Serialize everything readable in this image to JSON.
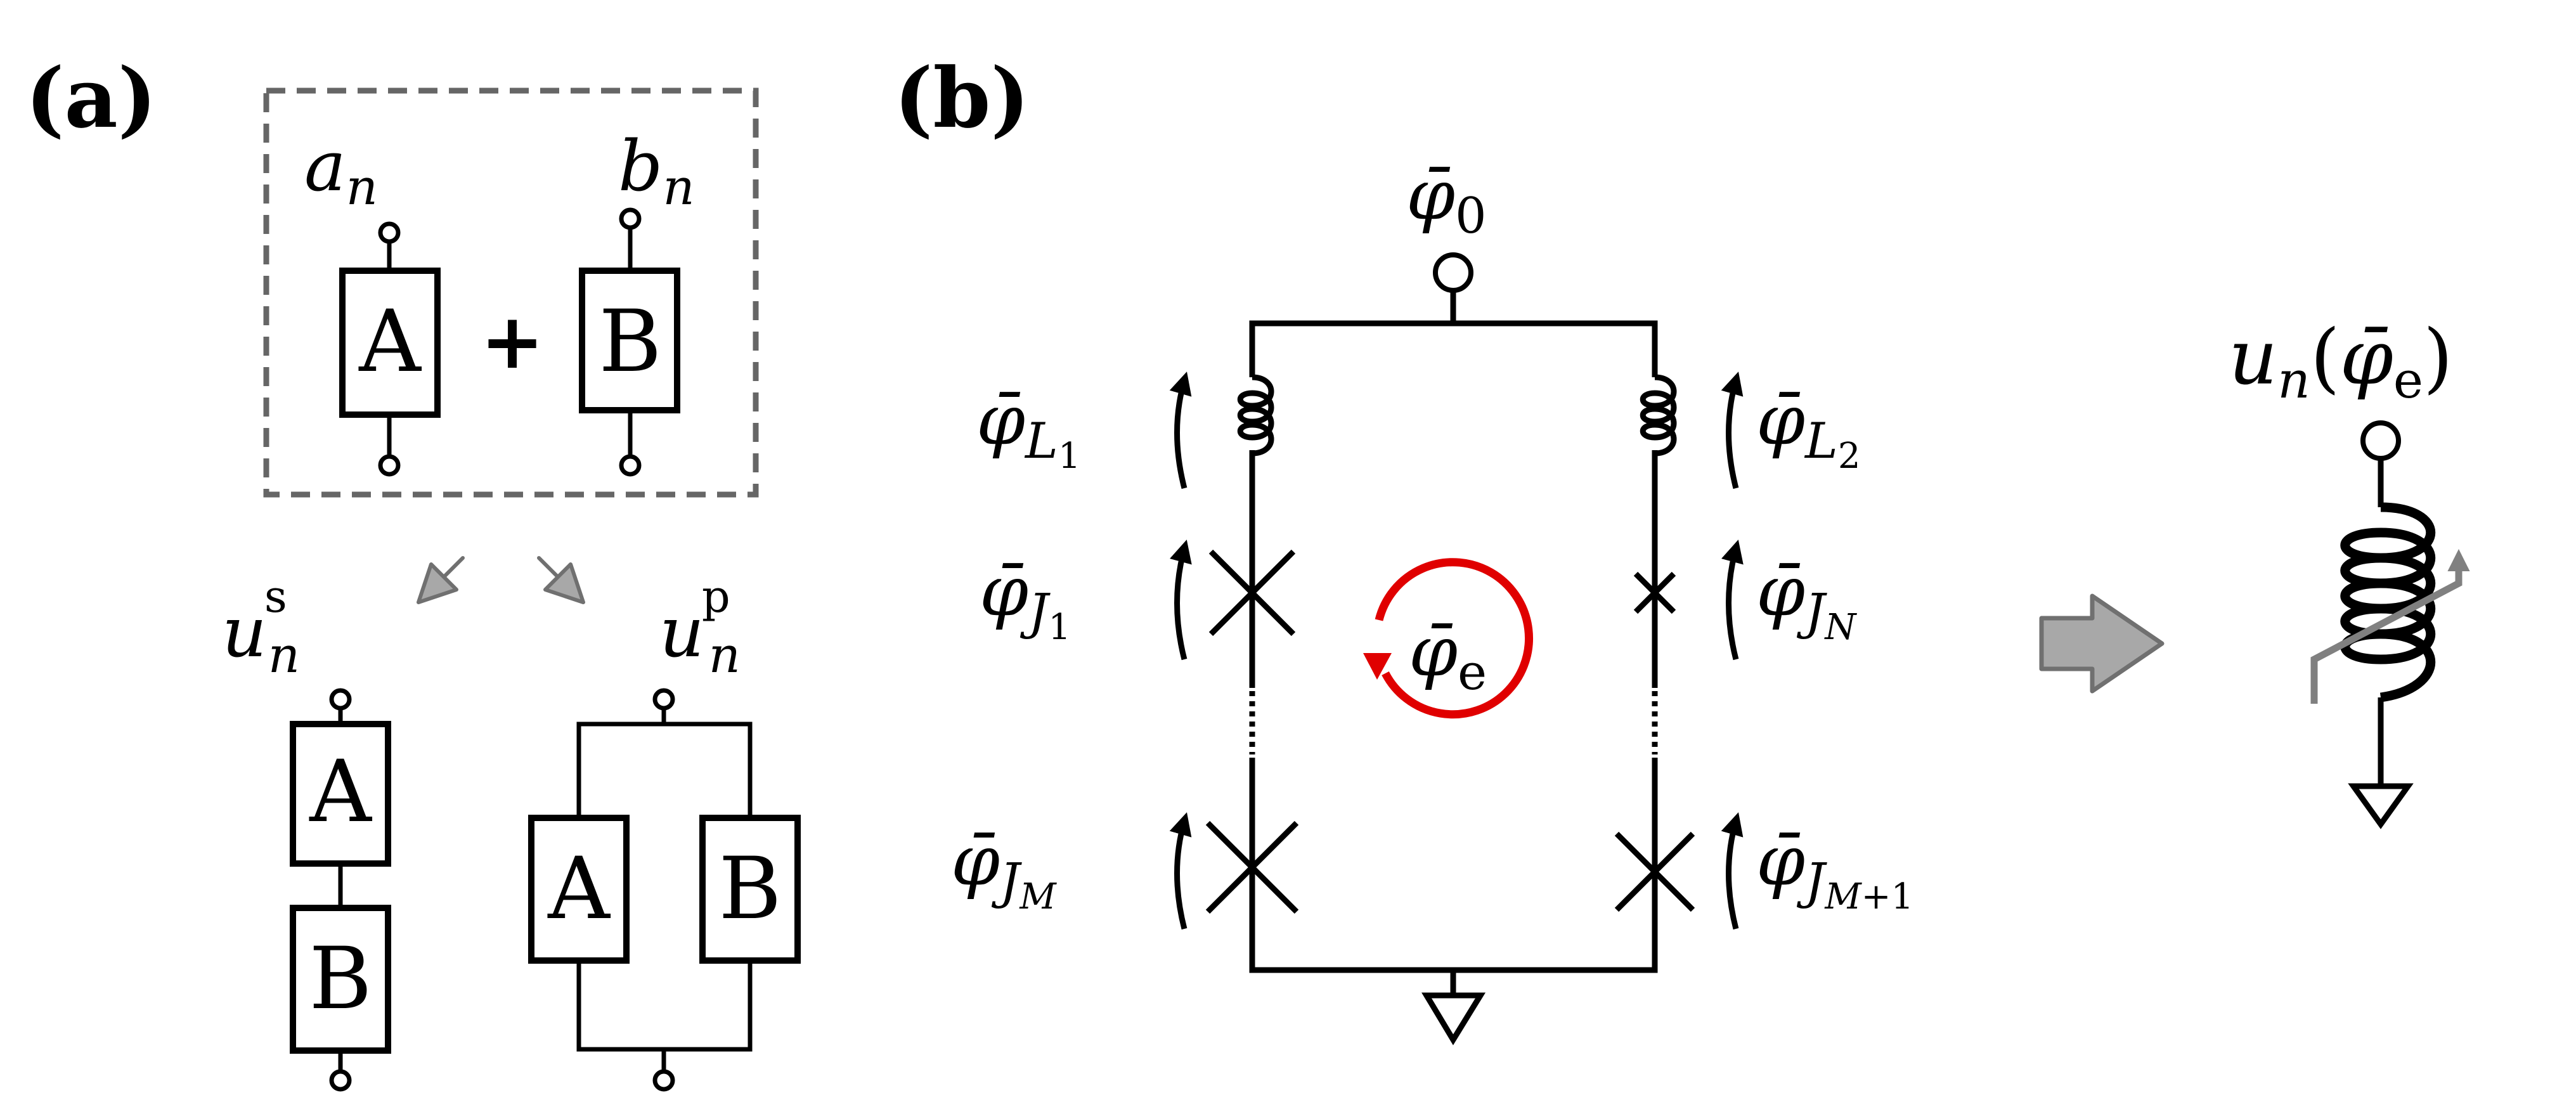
{
  "panel_a": {
    "label": "(a)",
    "top_left_terminal": "a_n",
    "top_right_terminal": "b_n",
    "element_a": "A",
    "element_b": "B",
    "plus_sign": "+",
    "series_label": "u_n^s",
    "parallel_label": "u_n^p",
    "series_element_a": "A",
    "series_element_b": "B",
    "parallel_element_a": "A",
    "parallel_element_b": "B"
  },
  "panel_b": {
    "label": "(b)",
    "node_top": "φ̄0",
    "left_inductor": "φ̄L1",
    "right_inductor": "φ̄L2",
    "left_junction_top": "φ̄J1",
    "right_junction_top": "φ̄JN",
    "loop_flux": "φ̄e",
    "left_junction_bottom": "φ̄JM",
    "right_junction_bottom": "φ̄JM+1",
    "equivalent_label": "un(φ̄e)"
  },
  "colors": {
    "wire": "#000000",
    "loop_arrow": "#e00000",
    "grey_arrow": "#a8a8a8",
    "grey_arrow_edge": "#707070",
    "dashed_box": "#666666",
    "tunable_arrow": "#808080"
  },
  "icons": {
    "inductor": "coil-icon",
    "junction": "cross-icon",
    "ground": "ground-triangle-icon",
    "terminal": "open-circle-icon"
  }
}
